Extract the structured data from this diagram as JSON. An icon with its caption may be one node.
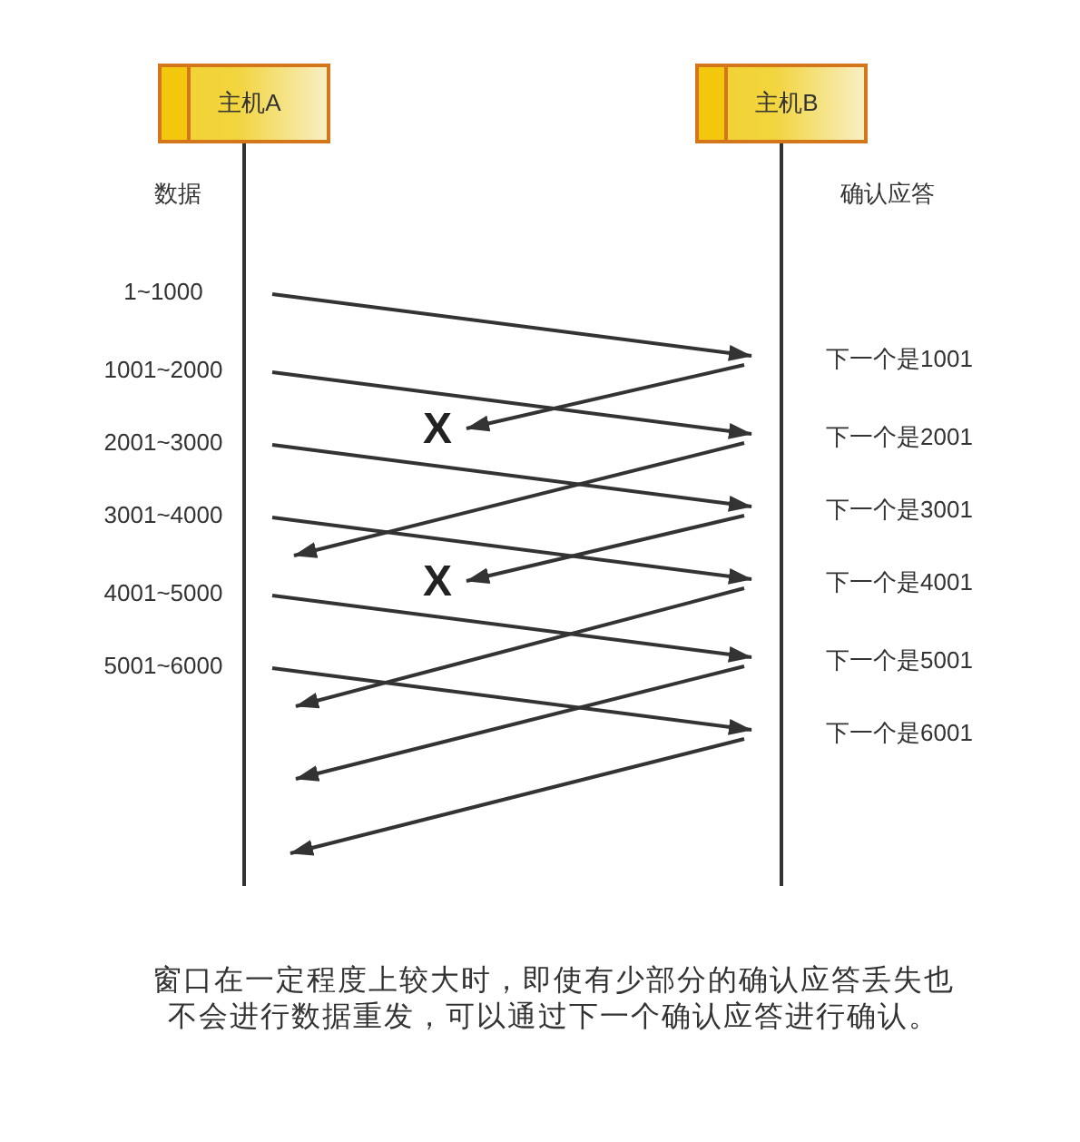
{
  "diagram": {
    "caption": "窗口在一定程度上较大时，即使有少部分的确认应答丢失也不会进行数据重发，可以通过下一个确认应答进行确认。",
    "nodes": [
      {
        "text": [
          "主机A"
        ]
      },
      {
        "text": [
          "主机B"
        ]
      },
      {
        "text": [
          "1~1000"
        ]
      },
      {
        "text": [
          "1001~2000"
        ]
      },
      {
        "text": [
          "2001~3000"
        ]
      },
      {
        "text": [
          "3001~4000"
        ]
      },
      {
        "text": [
          "4001~5000"
        ]
      },
      {
        "text": [
          "5001~6000"
        ]
      },
      {
        "text": [
          "下一个是1001"
        ]
      },
      {
        "text": [
          "下一个是2001"
        ]
      },
      {
        "text": [
          "下一个是3001"
        ]
      },
      {
        "text": [
          "下一个是4001"
        ]
      },
      {
        "text": [
          "下一个是5001"
        ]
      },
      {
        "text": [
          "下一个是6001"
        ]
      },
      {
        "text": [
          "X"
        ]
      },
      {
        "text": [
          "X"
        ]
      }
    ],
    "edges": [
      {
        "from": 2,
        "to": 8,
        "arrow": "to"
      },
      {
        "from": 8,
        "to": 14,
        "arrow": "to"
      },
      {
        "from": 3,
        "to": 9,
        "arrow": "to"
      },
      {
        "from": 9,
        "to": null,
        "arrow": "to"
      },
      {
        "from": 4,
        "to": 10,
        "arrow": "to"
      },
      {
        "from": 10,
        "to": 15,
        "arrow": "to"
      },
      {
        "from": 5,
        "to": 11,
        "arrow": "to"
      },
      {
        "from": 11,
        "to": null,
        "arrow": "to"
      },
      {
        "from": 6,
        "to": 12,
        "arrow": "to"
      },
      {
        "from": 12,
        "to": null,
        "arrow": "to"
      },
      {
        "from": 7,
        "to": 13,
        "arrow": "to"
      },
      {
        "from": 13,
        "to": null,
        "arrow": "to"
      }
    ],
    "labels": [
      "数据",
      "确认应答"
    ]
  }
}
